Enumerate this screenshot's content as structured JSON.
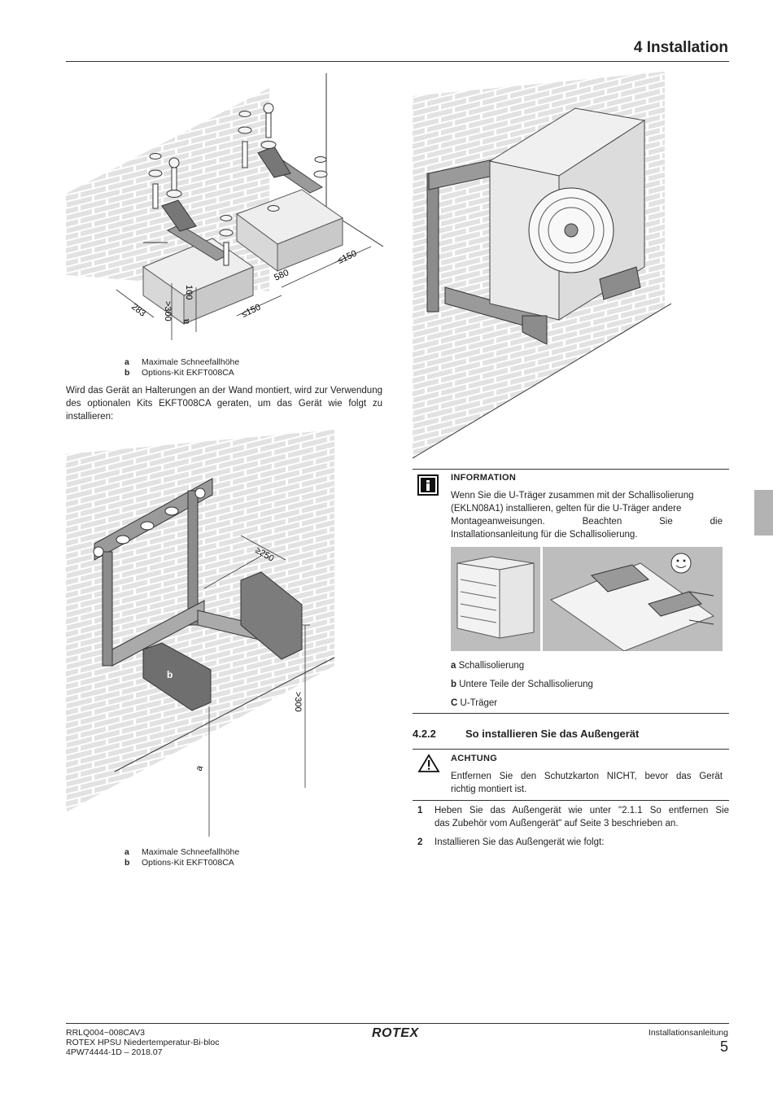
{
  "header": {
    "chapter": "4 Installation"
  },
  "figure1": {
    "dims": {
      "d283": "283",
      "d100": "100",
      "d300": ">300",
      "da": "a",
      "d580": "580",
      "d150a": "≤150",
      "d150b": "≤150"
    },
    "legend": [
      {
        "key": "a",
        "text": "Maximale Schneefallhöhe"
      },
      {
        "key": "b",
        "text": "Options-Kit EKFT008CA"
      }
    ]
  },
  "intro_text": "Wird das Gerät an Halterungen an der Wand montiert, wird zur Verwendung des optionalen Kits EKFT008CA geraten, um das Gerät wie folgt zu installieren:",
  "figure2": {
    "dims": {
      "d250": "≥250",
      "d300": ">300",
      "da": "a",
      "b_label": "b"
    },
    "legend": [
      {
        "key": "a",
        "text": "Maximale Schneefallhöhe"
      },
      {
        "key": "b",
        "text": "Options-Kit EKFT008CA"
      }
    ]
  },
  "information": {
    "title": "INFORMATION",
    "line1": "Wenn Sie die U-Träger zusammen mit der Schallisolierung",
    "line2": "(EKLN08A1) installieren, gelten für die U-Träger andere",
    "line3": "Montageanweisungen. Beachten Sie die",
    "line4": "Installationsanleitung für die Schallisolierung.",
    "legend": [
      {
        "key": "a",
        "text": "Schallisolierung"
      },
      {
        "key": "b",
        "text": "Untere Teile der Schallisolierung"
      },
      {
        "key": "C",
        "text": "U-Träger"
      }
    ]
  },
  "section": {
    "number": "4.2.2",
    "title": "So installieren Sie das Außengerät"
  },
  "caution": {
    "title": "ACHTUNG",
    "line1": "Entfernen Sie den Schutzkarton NICHT, bevor das Gerät",
    "line2": "richtig montiert ist."
  },
  "steps": [
    {
      "n": "1",
      "line1": "Heben Sie das Außengerät wie unter \"2.1.1 So entfernen Sie",
      "line2": "das Zubehör vom Außengerät\" auf Seite 3 beschrieben an."
    },
    {
      "n": "2",
      "line1": "Installieren Sie das Außengerät wie folgt:"
    }
  ],
  "footer": {
    "line1": "RRLQ004~008CAV3",
    "line2": "ROTEX HPSU Niedertemperatur-Bi-bloc",
    "line3": "4PW74444-1D – 2018.07",
    "logo": "ROTEX",
    "doc_type": "Installationsanleitung",
    "page": "5"
  },
  "colors": {
    "brick_fill": "#e4e4e4",
    "brick_stroke": "#ffffff",
    "metal": "#8c8c8c",
    "metal_dark": "#5a5a5a",
    "block": "#dcdcdc",
    "tab": "#b3b3b3"
  }
}
